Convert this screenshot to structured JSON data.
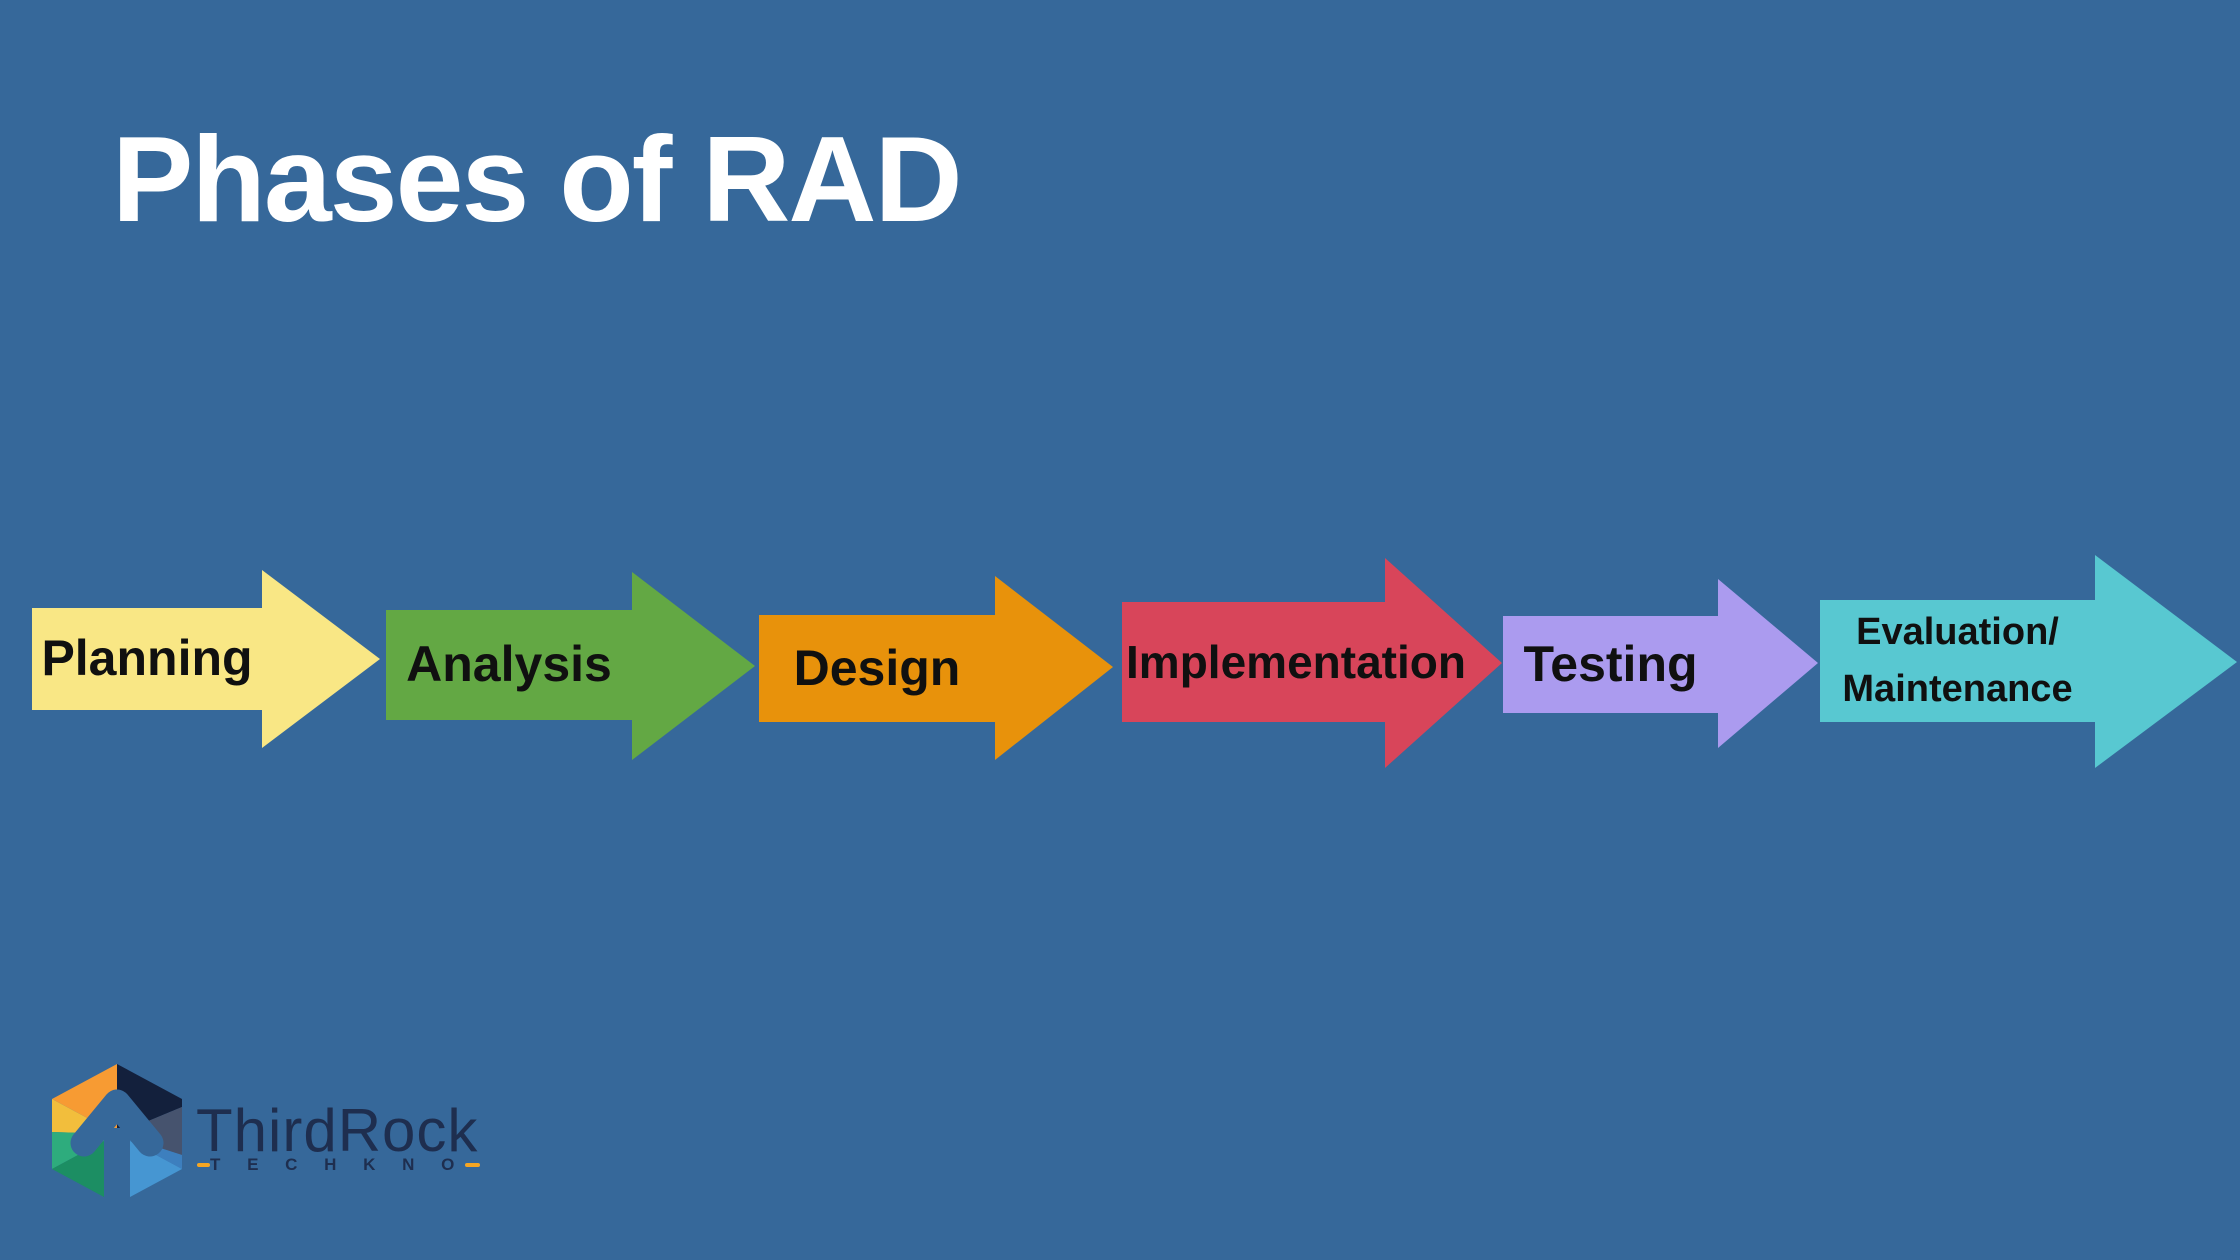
{
  "title": "Phases of RAD",
  "colors": {
    "background": "#36689A",
    "title_text": "#FFFFFF",
    "label_text": "#101010"
  },
  "phases": [
    {
      "label": "Planning",
      "color": "#F9E785"
    },
    {
      "label": "Analysis",
      "color": "#63A844"
    },
    {
      "label": "Design",
      "color": "#E8920B"
    },
    {
      "label": "Implementation",
      "color": "#D8455A"
    },
    {
      "label": "Testing",
      "color": "#AB9BEF"
    },
    {
      "label": "Evaluation/Maintenance",
      "lines": [
        "Evaluation/",
        "Maintenance"
      ],
      "color": "#58C8D1"
    }
  ],
  "logo": {
    "name": "ThirdRock",
    "subtext": "T E C H K N O",
    "text_color": "#1E2E4F",
    "accent_color": "#F5A623",
    "mark_colors": {
      "orange": "#F79B33",
      "yellow": "#F2BE3C",
      "navy": "#13203C",
      "slate": "#46536E",
      "blue": "#3D7FBE",
      "light_blue": "#4696D2",
      "green": "#2EAC7D",
      "dark_green": "#1C8E63",
      "arrow_cut": "#36689A"
    }
  }
}
